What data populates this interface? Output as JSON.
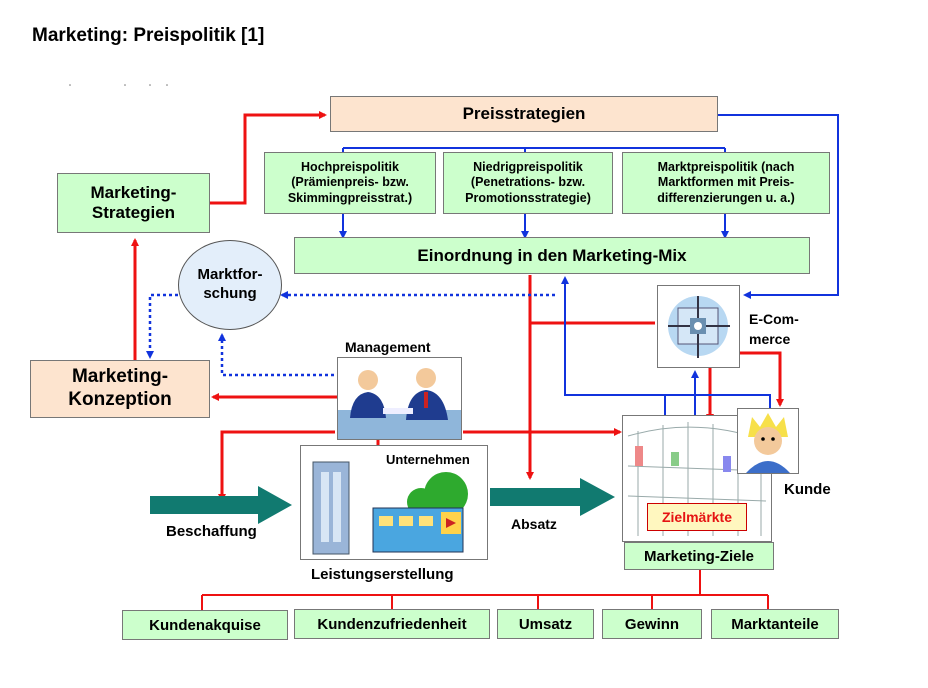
{
  "title": "Marketing: Preispolitik [1]",
  "nodes": {
    "preisstrategien": "Preisstrategien",
    "hochpreis": "Hochpreispolitik (Prämienpreis- bzw. Skimmingpreisstrat.)",
    "niedrigpreis": "Niedrigpreispolitik (Penetrations- bzw. Promotionsstrategie)",
    "marktpreis": "Marktpreispolitik (nach Marktformen mit Preis-differenzierungen u. a.)",
    "marketing_strategien": "Marketing-Strategien",
    "einordnung": "Einordnung in den Marketing-Mix",
    "marktforschung": "Marktfor-schung",
    "ecommerce": "E-Com-merce",
    "management": "Management",
    "marketing_konzeption": "Marketing-Konzeption",
    "unternehmen": "Unternehmen",
    "beschaffung": "Beschaffung",
    "leistungserstellung": "Leistungserstellung",
    "absatz": "Absatz",
    "zielmaerkte": "Zielmärkte",
    "kunde": "Kunde",
    "marketing_ziele": "Marketing-Ziele"
  },
  "ziele": [
    "Kundenakquise",
    "Kundenzufriedenheit",
    "Umsatz",
    "Gewinn",
    "Marktanteile"
  ],
  "colors": {
    "red": "#ee1111",
    "blue": "#1133dd",
    "teal": "#117a70",
    "green_box": "#ccffcc",
    "peach_box": "#fde4cf"
  }
}
